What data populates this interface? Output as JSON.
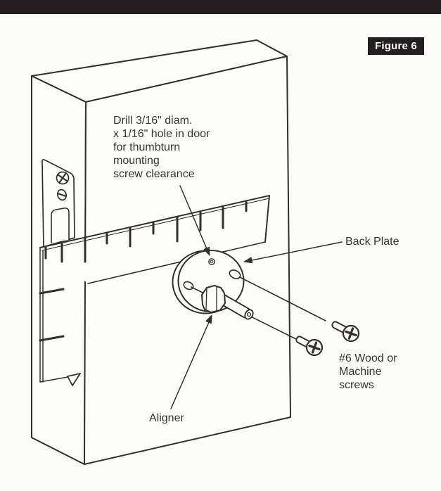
{
  "figure": {
    "label": "Figure 6"
  },
  "annotations": {
    "drill_note": "Drill  3/16\" diam.\nx 1/16\" hole in door\nfor thumbturn\nmounting\nscrew clearance",
    "back_plate": "Back Plate",
    "aligner": "Aligner",
    "screws": "#6 Wood or\nMachine\nscrews"
  },
  "colors": {
    "top_bar": "#231f20",
    "figure_label_bg": "#231f20",
    "figure_label_text": "#ffffff",
    "line_art": "#332f2d",
    "annotation_text": "#38342f",
    "background": "#fbfbf9"
  }
}
